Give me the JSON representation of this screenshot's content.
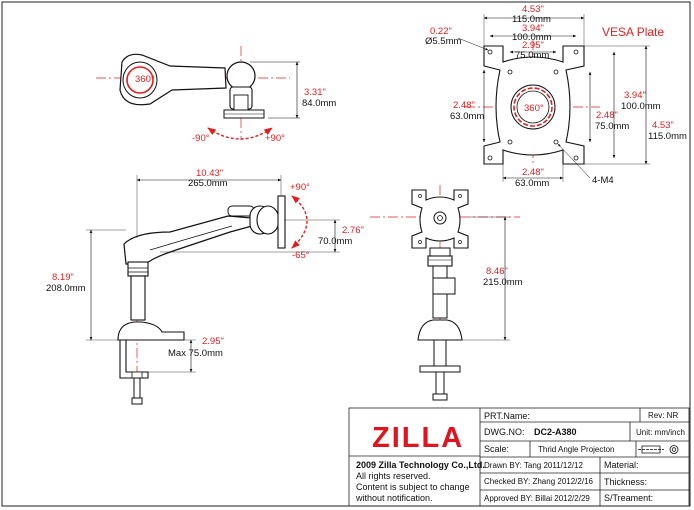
{
  "vesa": {
    "title": "VESA Plate",
    "hole_in": "0.22\"",
    "hole_mm": "Ø5.5mm",
    "w1_in": "4.53\"",
    "w1_mm": "115.0mm",
    "w2_in": "3.94\"",
    "w2_mm": "100.0mm",
    "w3_in": "2.95\"",
    "w3_mm": "75.0mm",
    "w4_in": "2.48\"",
    "w4_mm": "63.0mm",
    "hl_in": "2.48\"",
    "hl_mm": "63.0mm",
    "h75_in": "2.48\"",
    "h75_mm": "75.0mm",
    "h100_in": "3.94\"",
    "h100_mm": "100.0mm",
    "h115_in": "4.53\"",
    "h115_mm": "115.0mm",
    "rot": "360°",
    "screw": "4-M4"
  },
  "top_view": {
    "rot": "360°",
    "h_in": "3.31\"",
    "h_mm": "84.0mm",
    "left_angle": "-90°",
    "right_angle": "+90°"
  },
  "side_view": {
    "reach_in": "10.43\"",
    "reach_mm": "265.0mm",
    "tilt_up": "+90°",
    "tilt_down": "-65°",
    "head_in": "2.76\"",
    "head_mm": "70.0mm",
    "height_in": "8.19\"",
    "height_mm": "208.0mm",
    "clamp_in": "2.95\"",
    "clamp_mm": "Max 75.0mm"
  },
  "front_view": {
    "height_in": "8.46\"",
    "height_mm": "215.0mm"
  },
  "title_block": {
    "logo": "ZILLA",
    "company": "2009 Zilla Technology Co.,Ltd.",
    "rights": "All rights reserved.",
    "notice1": "Content is subject to change",
    "notice2": "without notification.",
    "prt_name": "PRT.Name:",
    "rev": "Rev:  NR",
    "dwg_label": "DWG.NO:",
    "dwg_value": "DC2-A380",
    "unit": "Unit: mm/inch",
    "scale": "Scale:",
    "projection": "Thrid Angle Projecton",
    "drawn": "Drawn BY:  Tang  2011/12/12",
    "checked": "Checked BY:  Zhang  2012/2/16",
    "approved": "Approved BY:  Billai  2012/2/29",
    "material": "Material:",
    "thickness": "Thickness:",
    "treatment": "S/Treament:"
  },
  "colors": {
    "dimension_red": "#e02020",
    "logo_red": "#e0141e"
  }
}
